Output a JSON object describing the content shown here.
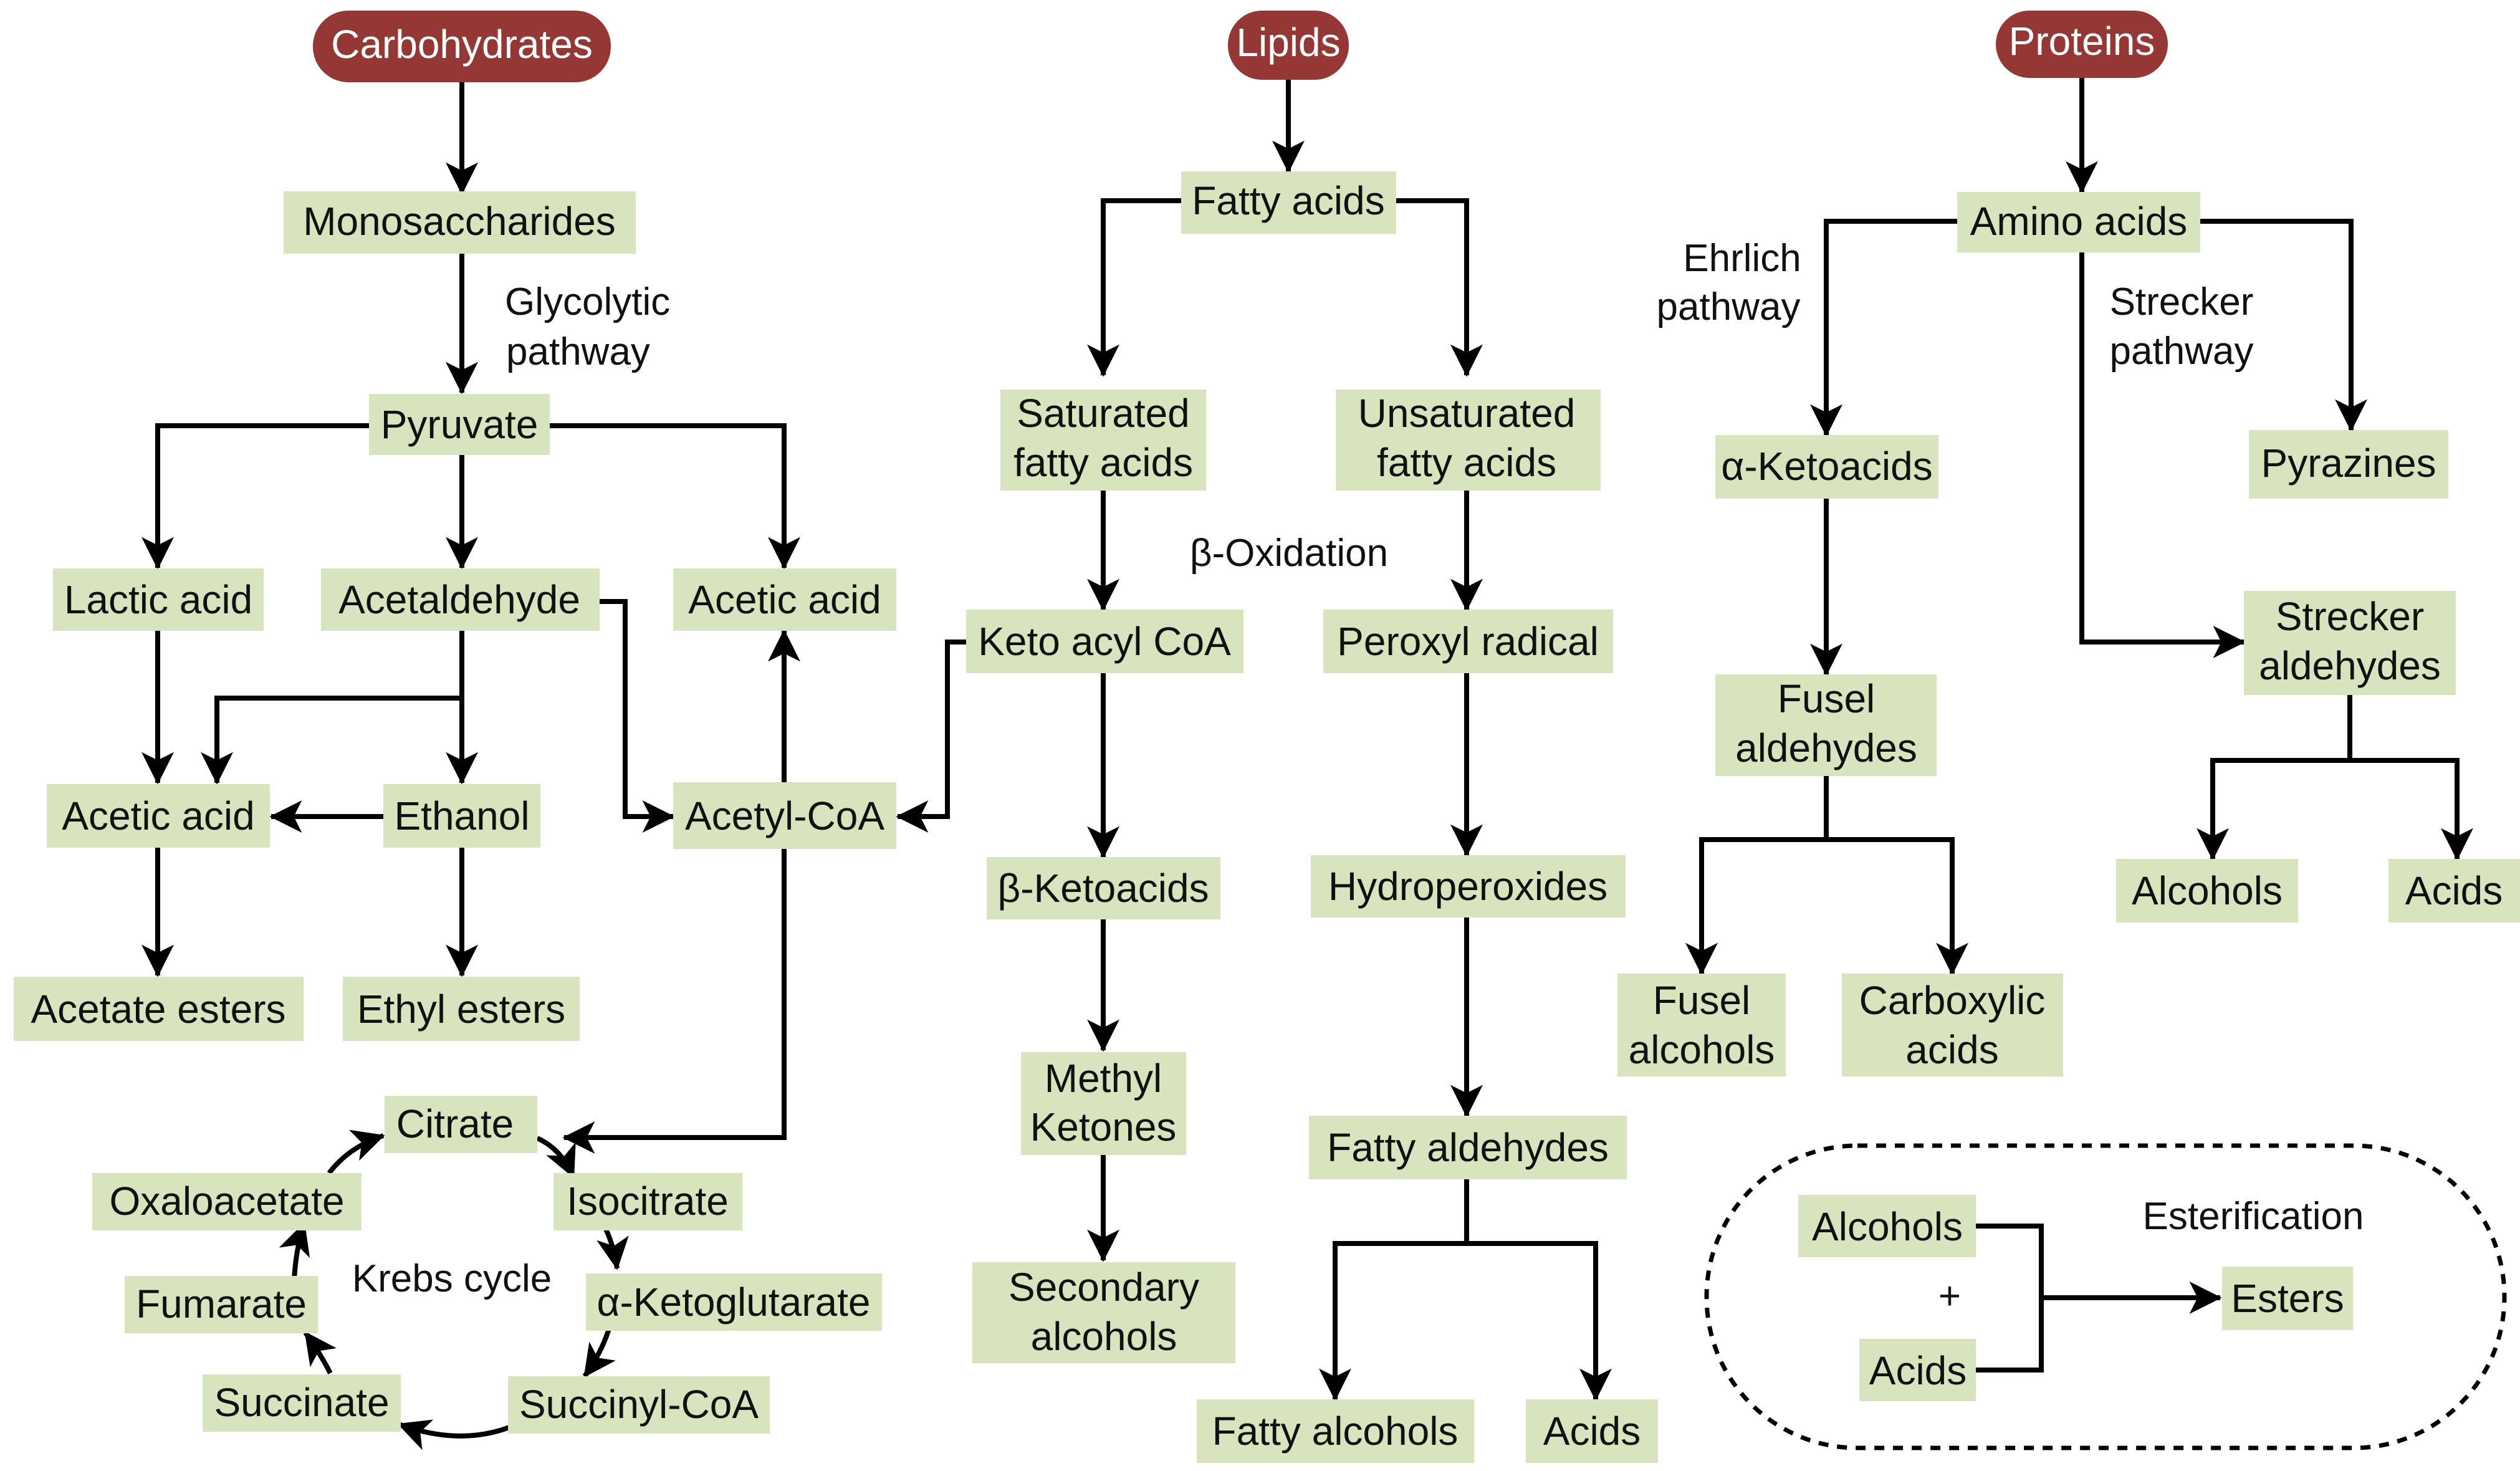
{
  "roots": {
    "carbohydrates": "Carbohydrates",
    "lipids": "Lipids",
    "proteins": "Proteins"
  },
  "carbohydrate_nodes": {
    "monosaccharides": "Monosaccharides",
    "pyruvate": "Pyruvate",
    "lactic_acid": "Lactic acid",
    "acetaldehyde": "Acetaldehyde",
    "acetic_acid_top": "Acetic acid",
    "acetic_acid": "Acetic acid",
    "ethanol": "Ethanol",
    "acetyl_coa": "Acetyl-CoA",
    "acetate_esters": "Acetate esters",
    "ethyl_esters": "Ethyl esters"
  },
  "krebs": {
    "label": "Krebs cycle",
    "citrate": "Citrate",
    "isocitrate": "Isocitrate",
    "ketoglutarate": "α-Ketoglutarate",
    "succinyl_coa": "Succinyl-CoA",
    "succinate": "Succinate",
    "fumarate": "Fumarate",
    "oxaloacetate": "Oxaloacetate"
  },
  "lipid_nodes": {
    "fatty_acids": "Fatty acids",
    "saturated_1": "Saturated",
    "saturated_2": "fatty acids",
    "unsaturated_1": "Unsaturated",
    "unsaturated_2": "fatty acids",
    "keto_acyl_coa": "Keto acyl CoA",
    "peroxyl_radical": "Peroxyl radical",
    "beta_ketoacids": "β-Ketoacids",
    "hydroperoxides": "Hydroperoxides",
    "methyl_1": "Methyl",
    "methyl_2": "Ketones",
    "secondary_1": "Secondary",
    "secondary_2": "alcohols",
    "fatty_aldehydes": "Fatty aldehydes",
    "fatty_alcohols": "Fatty alcohols",
    "acids": "Acids"
  },
  "protein_nodes": {
    "amino_acids": "Amino acids",
    "alpha_ketoacids": "α-Ketoacids",
    "pyrazines": "Pyrazines",
    "fusel_ald_1": "Fusel",
    "fusel_ald_2": "aldehydes",
    "strecker_1": "Strecker",
    "strecker_2": "aldehydes",
    "fusel_alc_1": "Fusel",
    "fusel_alc_2": "alcohols",
    "carboxylic_1": "Carboxylic",
    "carboxylic_2": "acids",
    "alcohols": "Alcohols",
    "acids": "Acids"
  },
  "esterification": {
    "label": "Esterification",
    "alcohols": "Alcohols",
    "plus": "+",
    "acids": "Acids",
    "esters": "Esters"
  },
  "labels": {
    "glycolytic_1": "Glycolytic",
    "glycolytic_2": "pathway",
    "beta_oxidation": "β-Oxidation",
    "ehrlich_1": "Ehrlich",
    "ehrlich_2": "pathway",
    "strecker_1": "Strecker",
    "strecker_2": "pathway"
  },
  "colors": {
    "node_fill": "#d7e4bd",
    "root_fill": "#953735",
    "line": "#000000"
  }
}
